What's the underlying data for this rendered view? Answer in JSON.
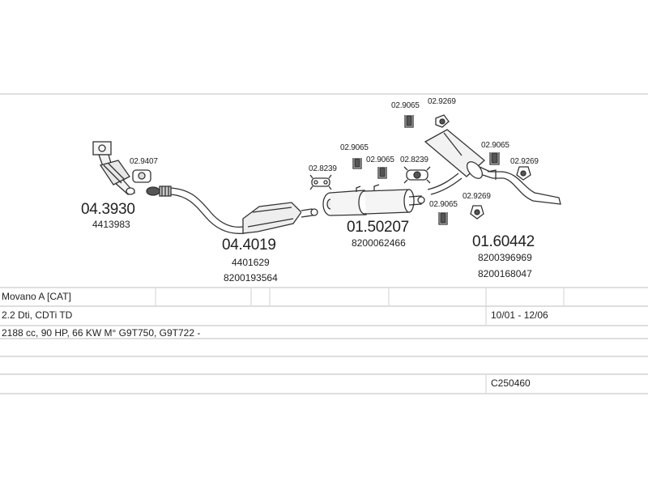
{
  "parts": {
    "p1": {
      "code": "04.3930",
      "ref1": "4413983"
    },
    "p2": {
      "code": "04.4019",
      "ref1": "4401629",
      "ref2": "8200193564"
    },
    "p3": {
      "code": "01.50207",
      "ref1": "8200062466"
    },
    "p4": {
      "code": "01.60442",
      "ref1": "8200396969",
      "ref2": "8200168047"
    }
  },
  "fittings": {
    "f1": "02.9407",
    "f2": "02.8239",
    "f3": "02.9065",
    "f4": "02.9065",
    "f5": "02.8239",
    "f6": "02.9065",
    "f7": "02.9269",
    "f8": "02.9065",
    "f9": "02.9269",
    "f10": "02.9065",
    "f11": "02.9269"
  },
  "info": {
    "model": "Movano A  [CAT]",
    "engine": "2.2 Dti, CDTi TD",
    "dates": "10/01 - 12/06",
    "specs": "2188 cc, 90 HP, 66 KW M° G9T750, G9T722 -",
    "code": "C250460"
  },
  "colors": {
    "stroke": "#333333",
    "pipe_fill": "#f2f2f2",
    "grid": "#bdbdbd"
  }
}
